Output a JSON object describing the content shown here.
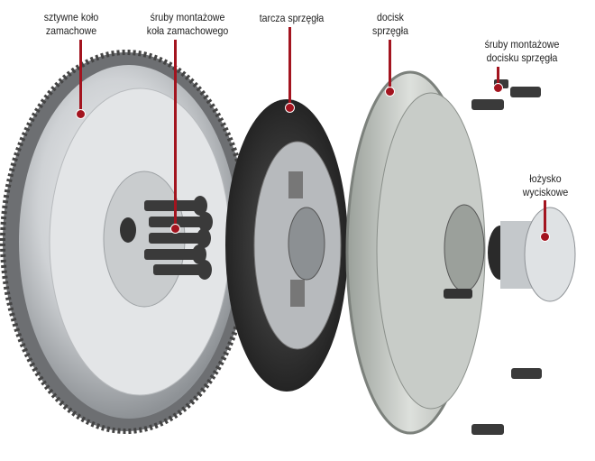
{
  "labels": {
    "flywheel": [
      "sztywne koło",
      "zamachowe"
    ],
    "flywheel_bolts": [
      "śruby montażowe",
      "koła zamachowego"
    ],
    "clutch_disc": [
      "tarcza sprzęgła"
    ],
    "pressure_plate": [
      "docisk",
      "sprzęgła"
    ],
    "pressure_plate_bolts": [
      "śruby montażowe",
      "docisku sprzęgła"
    ],
    "release_bearing": [
      "łożysko",
      "wyciskowe"
    ]
  },
  "colors": {
    "leader": "#a3141f"
  }
}
